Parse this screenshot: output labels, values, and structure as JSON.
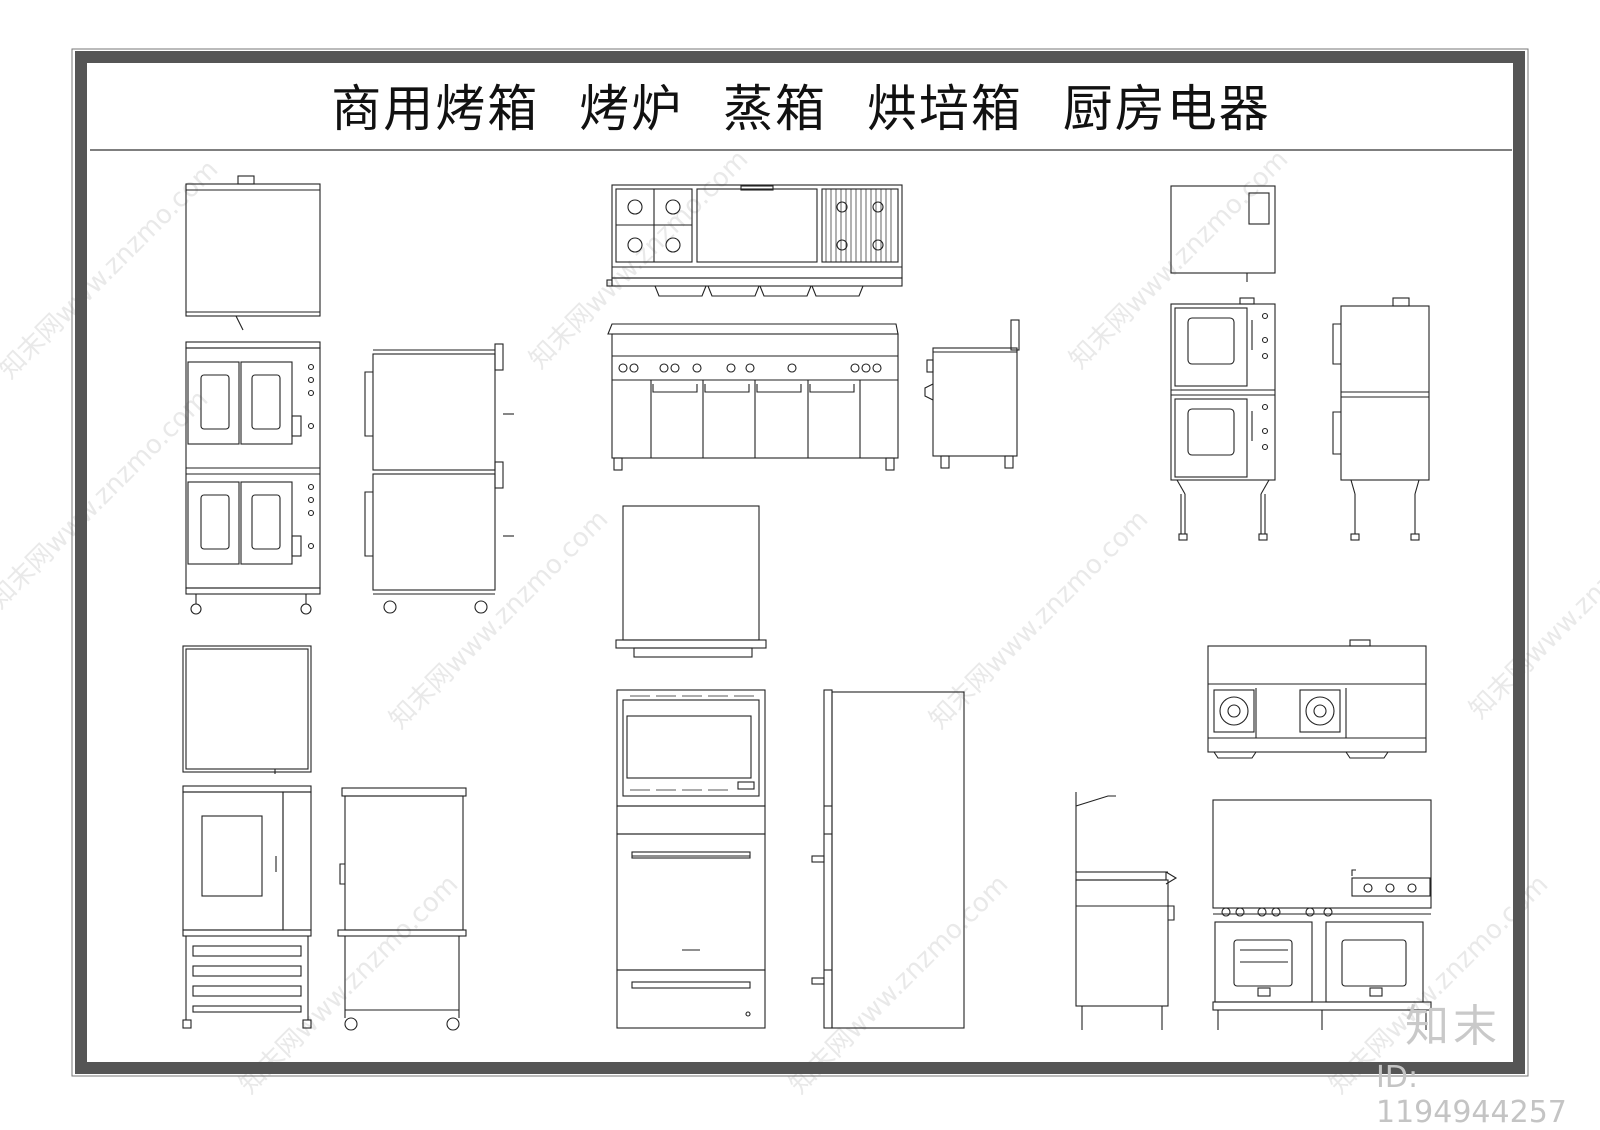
{
  "title": "商用烤箱 烤炉 蒸箱 烘培箱 厨房电器",
  "watermark": "知末网www.znzmo.com",
  "brand": "知末",
  "asset_id": "ID: 1194944257",
  "colors": {
    "line": "#222222",
    "frame": "#555555",
    "watermark": "#e9e9e9"
  }
}
